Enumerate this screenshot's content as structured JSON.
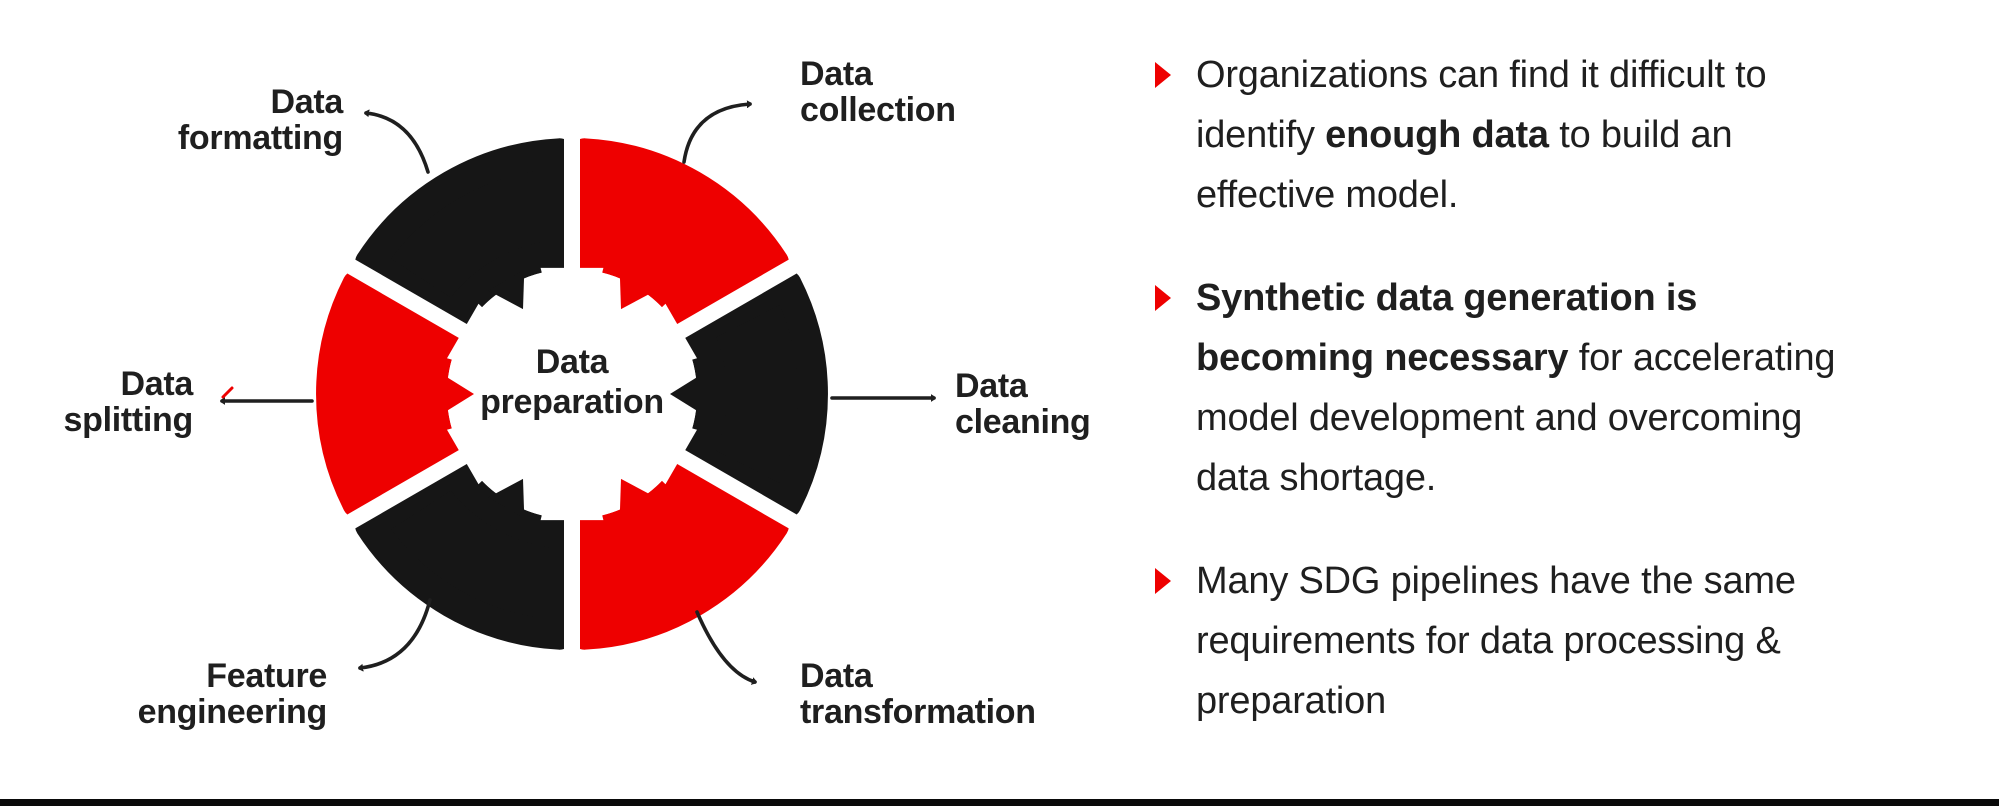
{
  "diagram": {
    "center_label": "Data preparation",
    "segments": [
      {
        "label": "Data collection",
        "color": "#ee0000",
        "position": "top-right"
      },
      {
        "label": "Data cleaning",
        "color": "#161616",
        "position": "right"
      },
      {
        "label": "Data transformation",
        "color": "#ee0000",
        "position": "bottom-right"
      },
      {
        "label": "Feature engineering",
        "color": "#161616",
        "position": "bottom-left"
      },
      {
        "label": "Data splitting",
        "color": "#ee0000",
        "position": "left"
      },
      {
        "label": "Data formatting",
        "color": "#161616",
        "position": "top-left"
      }
    ]
  },
  "bullets": [
    {
      "lines": [
        {
          "parts": [
            {
              "t": "Organizations can find it difficult to",
              "b": false
            }
          ]
        },
        {
          "parts": [
            {
              "t": "identify ",
              "b": false
            },
            {
              "t": "enough data",
              "b": true
            },
            {
              "t": " to build an",
              "b": false
            }
          ]
        },
        {
          "parts": [
            {
              "t": "effective model.",
              "b": false
            }
          ]
        }
      ]
    },
    {
      "lines": [
        {
          "parts": [
            {
              "t": "Synthetic data generation is",
              "b": true
            }
          ]
        },
        {
          "parts": [
            {
              "t": "becoming necessary",
              "b": true
            },
            {
              "t": " for accelerating",
              "b": false
            }
          ]
        },
        {
          "parts": [
            {
              "t": "model development and overcoming",
              "b": false
            }
          ]
        },
        {
          "parts": [
            {
              "t": "data shortage.",
              "b": false
            }
          ]
        }
      ]
    },
    {
      "lines": [
        {
          "parts": [
            {
              "t": "Many SDG pipelines have the same",
              "b": false
            }
          ]
        },
        {
          "parts": [
            {
              "t": "requirements for data processing &",
              "b": false
            }
          ]
        },
        {
          "parts": [
            {
              "t": "preparation",
              "b": false
            }
          ]
        }
      ]
    }
  ],
  "colors": {
    "accent_red": "#ee0000",
    "segment_black": "#161616",
    "text": "#1f1f1f",
    "background": "#ffffff",
    "bottom_bar": "#0a0a0a"
  }
}
